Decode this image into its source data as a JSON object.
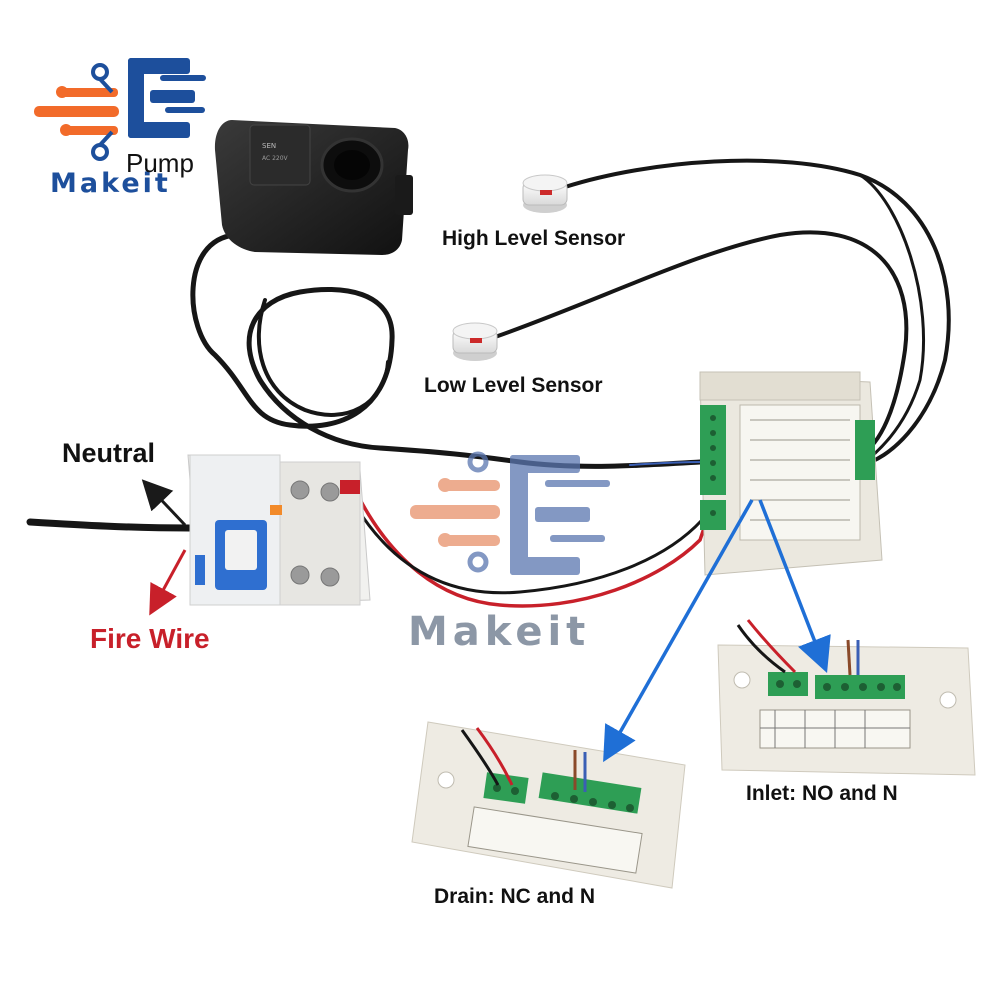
{
  "brand": {
    "name": "Makeit",
    "logo_color_orange": "#f26b2a",
    "logo_color_blue": "#1d4f9c",
    "watermark_text_color": "#8c97a6"
  },
  "labels": {
    "pump": "Pump",
    "high_level_sensor": "High Level Sensor",
    "low_level_sensor": "Low Level Sensor",
    "neutral": "Neutral",
    "fire_wire": "Fire Wire",
    "inlet": "Inlet: NO and N",
    "drain": "Drain: NC and N"
  },
  "colors": {
    "fire_wire": "#c8202a",
    "arrow_blue": "#1f6fd6",
    "wire_black": "#1a1a1a",
    "terminal_green": "#2e9e55",
    "breaker_blue": "#2f6fd0",
    "enclosure": "#e9e6dc"
  }
}
